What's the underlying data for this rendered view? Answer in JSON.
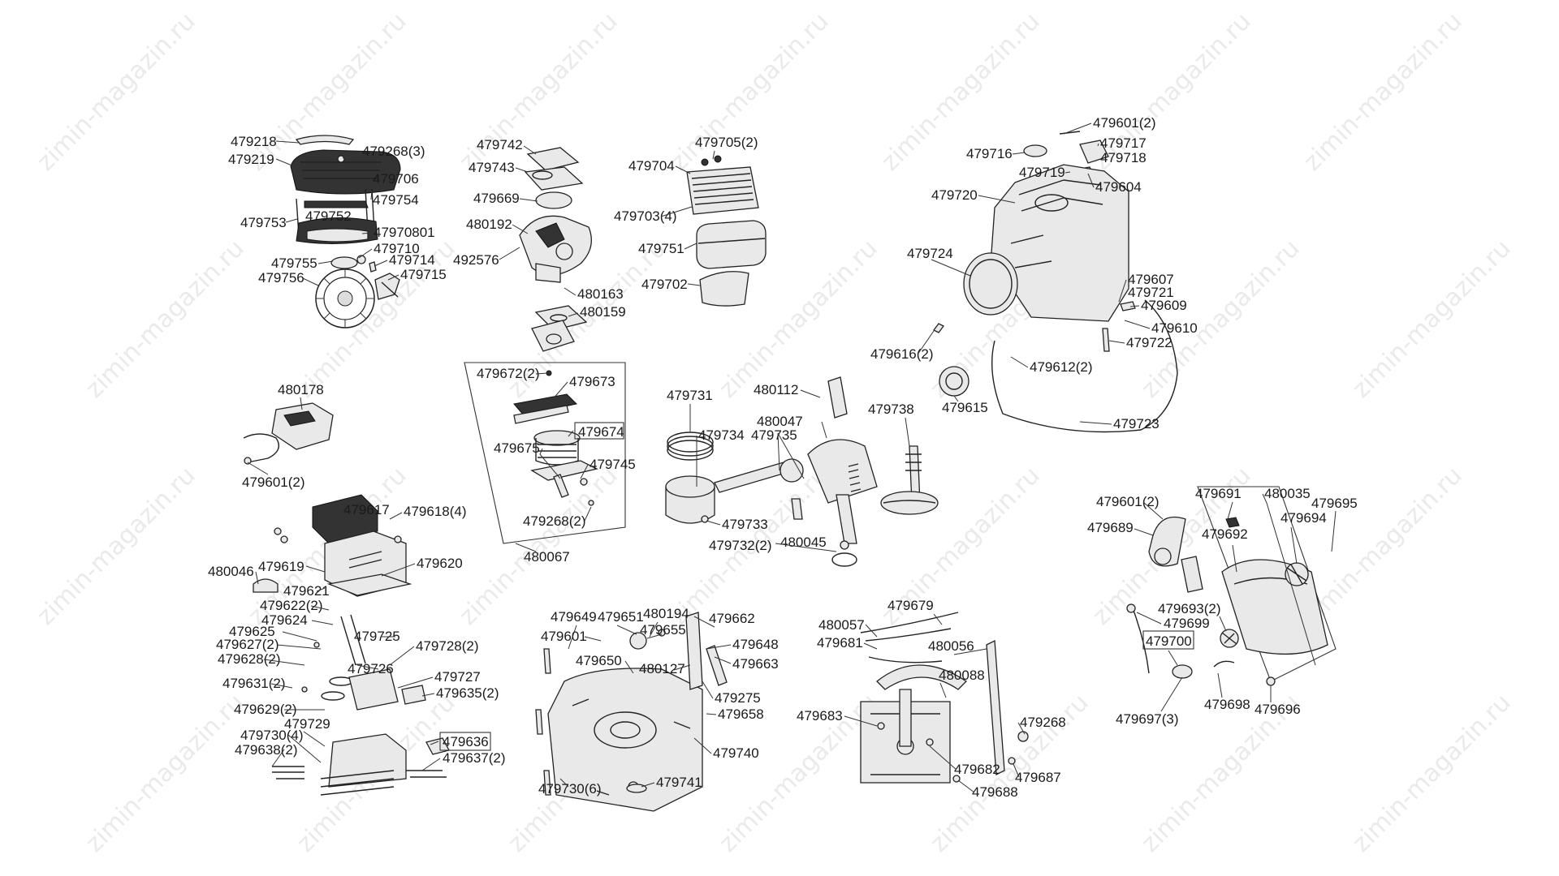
{
  "watermark": "zimin-magazin.ru",
  "labels": [
    "479218",
    "479268(3)",
    "479219",
    "479706",
    "479754",
    "479753",
    "479752",
    "47970801",
    "479710",
    "479755",
    "479714",
    "479756",
    "479715",
    "479742",
    "479743",
    "479669",
    "480192",
    "492576",
    "480163",
    "480159",
    "479705(2)",
    "479704",
    "479703(4)",
    "479751",
    "479702",
    "479601(2)",
    "479716",
    "479717",
    "479718",
    "479719",
    "479604",
    "479720",
    "479724",
    "479607",
    "479721",
    "479609",
    "479610",
    "479722",
    "479616(2)",
    "479612(2)",
    "479615",
    "479723",
    "480178",
    "479601(2)",
    "479672(2)",
    "479673",
    "479674",
    "479675",
    "479745",
    "479268(2)",
    "480067",
    "479731",
    "479734",
    "479735",
    "480112",
    "480047",
    "479738",
    "479733",
    "479732(2)",
    "480045",
    "479601(2)",
    "479691",
    "480035",
    "479695",
    "479689",
    "479694",
    "479692",
    "479693(2)",
    "479699",
    "479700",
    "479697(3)",
    "479698",
    "479696",
    "479617",
    "479618(4)",
    "479619",
    "479620",
    "480046",
    "479621",
    "479622(2)",
    "479624",
    "479625",
    "479627(2)",
    "479725",
    "479728(2)",
    "479628(2)",
    "479726",
    "479631(2)",
    "479727",
    "479635(2)",
    "479629(2)",
    "479729",
    "479730(4)",
    "479636",
    "479638(2)",
    "479637(2)",
    "479649",
    "479651",
    "480194",
    "479662",
    "479601",
    "479655",
    "479648",
    "479650",
    "480127",
    "479663",
    "479275",
    "479658",
    "479740",
    "479730(6)",
    "479741",
    "479679",
    "480057",
    "479681",
    "480056",
    "480088",
    "479683",
    "479268",
    "479682",
    "479687",
    "479688"
  ]
}
